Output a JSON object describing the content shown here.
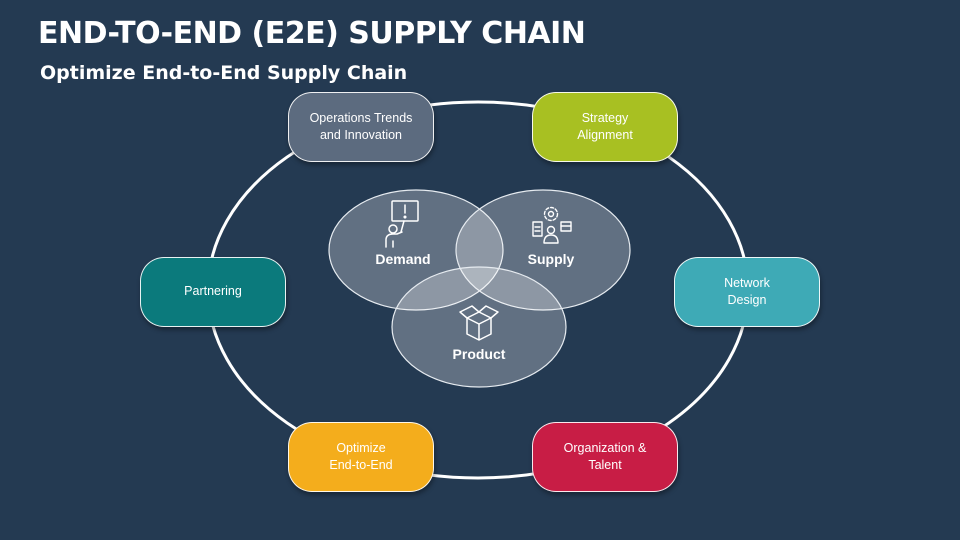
{
  "title": "END-TO-END (E2E) SUPPLY CHAIN",
  "subtitle": "Optimize End-to-End Supply Chain",
  "colors": {
    "background": "#243a52",
    "operations": "#5c6b7f",
    "strategy": "#a8c022",
    "partnering": "#0b7a7c",
    "network": "#3eaab6",
    "optimize": "#f4ad1c",
    "organization": "#c81d45"
  },
  "nodes": {
    "operations": "Operations Trends\nand Innovation",
    "strategy": "Strategy\nAlignment",
    "partnering": "Partnering",
    "network": "Network\nDesign",
    "optimize": "Optimize\nEnd-to-End",
    "organization": "Organization &\nTalent"
  },
  "venn": {
    "demand": {
      "label": "Demand",
      "icon": "person-holding-sign-icon"
    },
    "supply": {
      "label": "Supply",
      "icon": "supply-team-gear-icon"
    },
    "product": {
      "label": "Product",
      "icon": "open-box-icon"
    }
  }
}
